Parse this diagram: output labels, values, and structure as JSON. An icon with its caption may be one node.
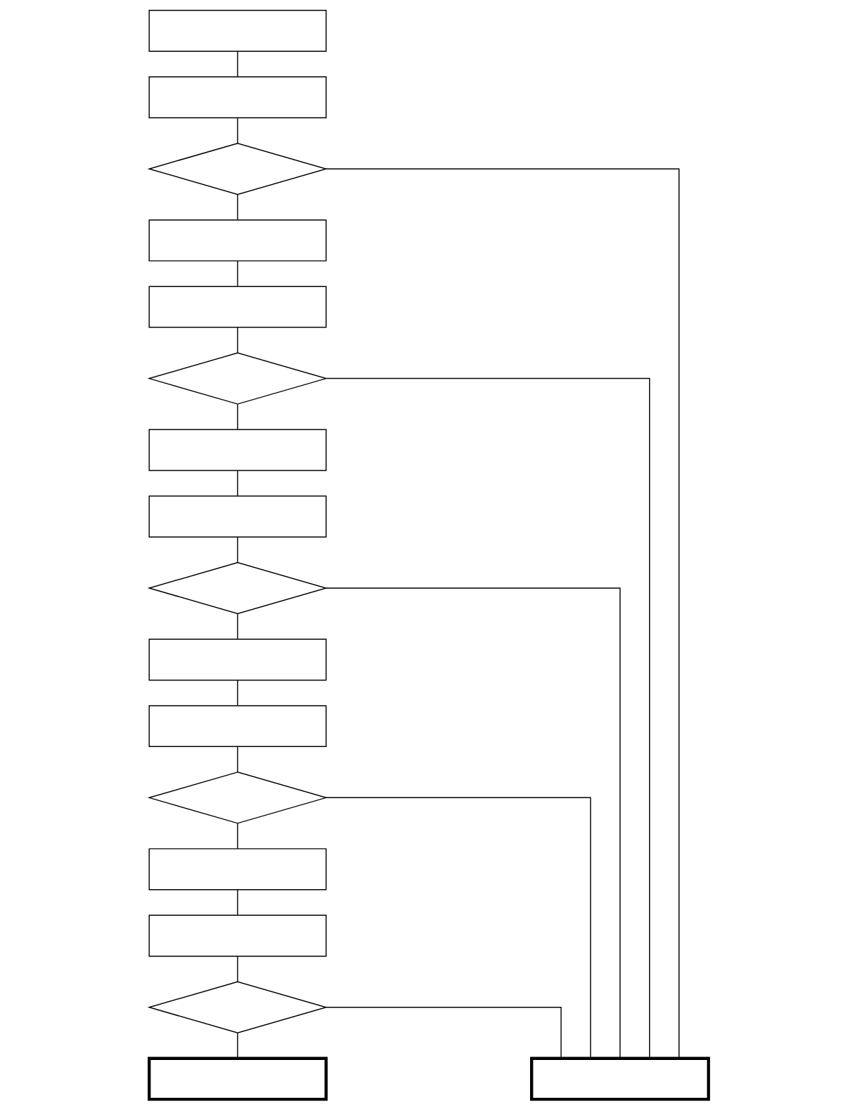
{
  "diagram": {
    "nodes": [
      {
        "text": [],
        "shape": "box"
      },
      {
        "text": [],
        "shape": "box"
      },
      {
        "text": [],
        "shape": "diamond"
      },
      {
        "text": [],
        "shape": "box"
      },
      {
        "text": [],
        "shape": "box"
      },
      {
        "text": [],
        "shape": "diamond"
      },
      {
        "text": [],
        "shape": "box"
      },
      {
        "text": [],
        "shape": "box"
      },
      {
        "text": [],
        "shape": "diamond"
      },
      {
        "text": [],
        "shape": "box"
      },
      {
        "text": [],
        "shape": "box"
      },
      {
        "text": [],
        "shape": "diamond"
      },
      {
        "text": [],
        "shape": "box"
      },
      {
        "text": [],
        "shape": "box"
      },
      {
        "text": [],
        "shape": "diamond"
      },
      {
        "text": [],
        "shape": "box"
      },
      {
        "text": [],
        "shape": "box"
      }
    ],
    "edges": [
      {
        "from": 0,
        "to": 1,
        "arrow": "none"
      },
      {
        "from": 1,
        "to": 2,
        "arrow": "none"
      },
      {
        "from": 2,
        "to": 3,
        "arrow": "none"
      },
      {
        "from": 3,
        "to": 4,
        "arrow": "none"
      },
      {
        "from": 4,
        "to": 5,
        "arrow": "none"
      },
      {
        "from": 5,
        "to": 6,
        "arrow": "none"
      },
      {
        "from": 6,
        "to": 7,
        "arrow": "none"
      },
      {
        "from": 7,
        "to": 8,
        "arrow": "none"
      },
      {
        "from": 8,
        "to": 9,
        "arrow": "none"
      },
      {
        "from": 9,
        "to": 10,
        "arrow": "none"
      },
      {
        "from": 10,
        "to": 11,
        "arrow": "none"
      },
      {
        "from": 11,
        "to": 12,
        "arrow": "none"
      },
      {
        "from": 12,
        "to": 13,
        "arrow": "none"
      },
      {
        "from": 13,
        "to": 14,
        "arrow": "none"
      },
      {
        "from": 14,
        "to": 15,
        "arrow": "none"
      },
      {
        "from": 2,
        "to": 16,
        "arrow": "none"
      },
      {
        "from": 5,
        "to": 16,
        "arrow": "none"
      },
      {
        "from": 8,
        "to": 16,
        "arrow": "none"
      },
      {
        "from": 11,
        "to": 16,
        "arrow": "none"
      },
      {
        "from": 14,
        "to": 16,
        "arrow": "none"
      }
    ]
  }
}
